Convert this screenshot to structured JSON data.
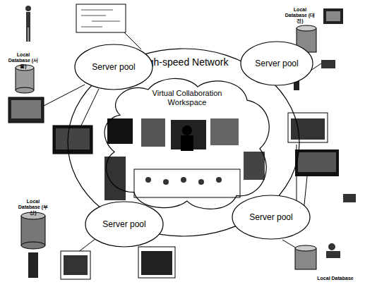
{
  "diagram": {
    "nodes": [
      {
        "text": [
          "High-speed Network"
        ]
      },
      {
        "text": [
          "Virtual Collaboration Workspace"
        ],
        "in": 0
      },
      {
        "text": [
          "Server pool"
        ]
      },
      {
        "text": [
          "Server pool"
        ]
      },
      {
        "text": [
          "Server pool"
        ]
      },
      {
        "text": [
          "Server pool"
        ]
      }
    ],
    "labels": [
      "Local Database (서울)",
      "Local Database (대전)",
      "Local Database (부산)",
      "Local Database"
    ]
  }
}
